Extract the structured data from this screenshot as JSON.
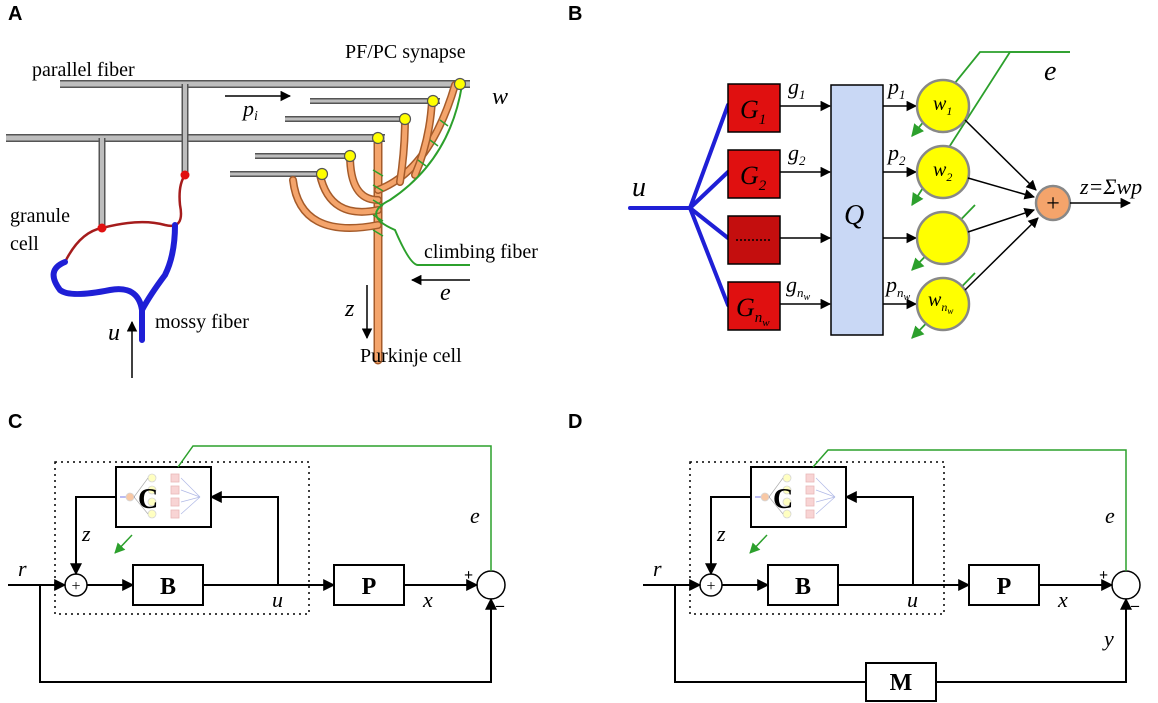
{
  "panels": {
    "a": {
      "letter": "A",
      "parallel_fiber": "parallel fiber",
      "pf_pc_synapse": "PF/PC synapse",
      "p_i": "p",
      "p_i_sub": "i",
      "w": "w",
      "granule_cell_line1": "granule",
      "granule_cell_line2": "cell",
      "climbing_fiber": "climbing fiber",
      "e": "e",
      "z": "z",
      "u": "u",
      "mossy_fiber": "mossy fiber",
      "purkinje_cell": "Purkinje cell"
    },
    "b": {
      "letter": "B",
      "u": "u",
      "g1": "g",
      "g1_sub": "1",
      "g2": "g",
      "g2_sub": "2",
      "gnw": "g",
      "gnw_sub": "n",
      "gnw_subsub": "w",
      "G1": "G",
      "G1_sub": "1",
      "G2": "G",
      "G2_sub": "2",
      "Gnw": "G",
      "Gnw_sub": "n",
      "Gnw_subsub": "w",
      "Q": "Q",
      "p1": "p",
      "p1_sub": "1",
      "p2": "p",
      "p2_sub": "2",
      "pnw": "p",
      "pnw_sub": "n",
      "pnw_subsub": "w",
      "w1": "w",
      "w1_sub": "1",
      "w2": "w",
      "w2_sub": "2",
      "wnw": "w",
      "wnw_sub": "n",
      "wnw_subsub": "w",
      "e": "e",
      "plus": "+",
      "output": "z=Σwp"
    },
    "c": {
      "letter": "C",
      "C_block": "C",
      "B_block": "B",
      "P_block": "P",
      "r": "r",
      "z": "z",
      "u": "u",
      "x": "x",
      "e": "e",
      "plus_sign": "+",
      "minus_sign": "–"
    },
    "d": {
      "letter": "D",
      "C_block": "C",
      "B_block": "B",
      "P_block": "P",
      "M_block": "M",
      "r": "r",
      "z": "z",
      "u": "u",
      "x": "x",
      "e": "e",
      "y": "y",
      "plus_sign": "+",
      "minus_sign": "–"
    }
  },
  "colors": {
    "fiber_gray": "#a6a6a6",
    "purkinje_orange": "#f4a46b",
    "climbing_green": "#2ca02c",
    "mossy_blue": "#1f1fd6",
    "granule_red": "#a51c1c",
    "synapse_yellow": "#ffff00",
    "block_red": "#e01010",
    "q_block_blue": "#c9d8f5",
    "summer_orange": "#f4a46b"
  }
}
